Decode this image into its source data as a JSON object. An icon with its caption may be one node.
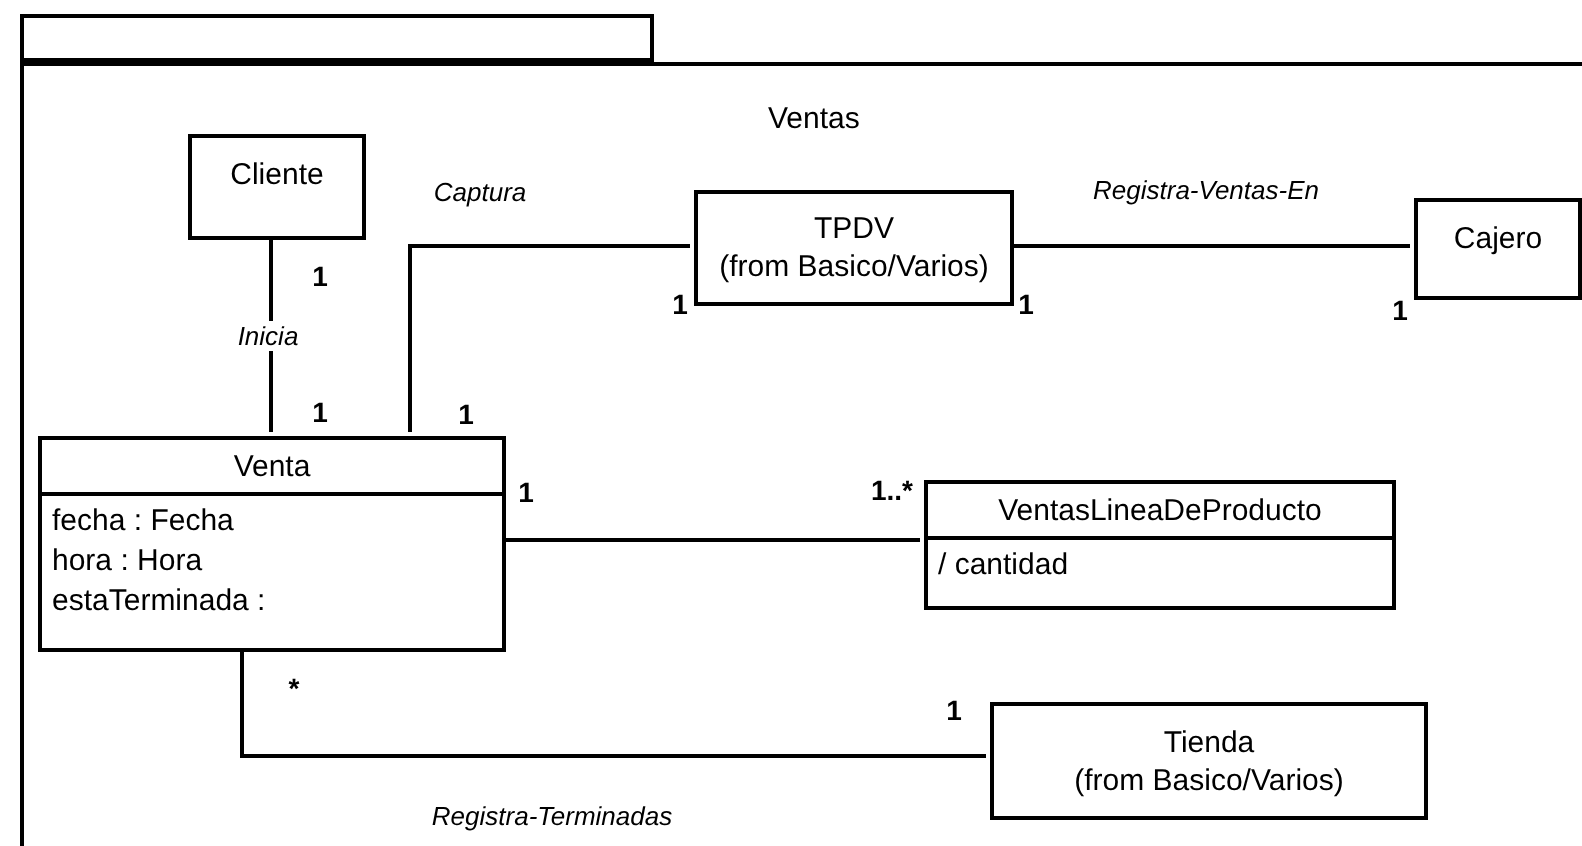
{
  "diagram": {
    "nodes": [
      {
        "text": [],
        "shape": "box"
      },
      {
        "text": [
          "Ventas"
        ]
      },
      {
        "text": [
          "Cliente"
        ],
        "in": 1
      },
      {
        "text": [
          "TPDV",
          "(from Basico/Varios)"
        ],
        "in": 1
      },
      {
        "text": [
          "Cajero"
        ],
        "in": 1
      },
      {
        "text": [
          "Venta",
          "fecha : Fecha",
          "hora : Hora",
          "estaTerminada :"
        ],
        "in": 1
      },
      {
        "text": [
          "VentasLineaDeProducto",
          "/ cantidad"
        ],
        "in": 1
      },
      {
        "text": [
          "Tienda",
          "(from Basico/Varios)"
        ],
        "in": 1
      }
    ],
    "edges": [
      {
        "from": 2,
        "to": 5,
        "arrow": "none",
        "label": "Inicia"
      },
      {
        "from": 5,
        "to": 3,
        "arrow": "none",
        "label": "Captura"
      },
      {
        "from": 3,
        "to": 4,
        "arrow": "none",
        "label": "Registra-Ventas-En"
      },
      {
        "from": 5,
        "to": 6,
        "arrow": "other"
      },
      {
        "from": 5,
        "to": 7,
        "arrow": "none",
        "label": "Registra-Terminadas"
      }
    ],
    "labels": [
      "1",
      "1",
      "1",
      "1",
      "1",
      "1",
      "1",
      "1..*",
      "*",
      "1"
    ]
  }
}
